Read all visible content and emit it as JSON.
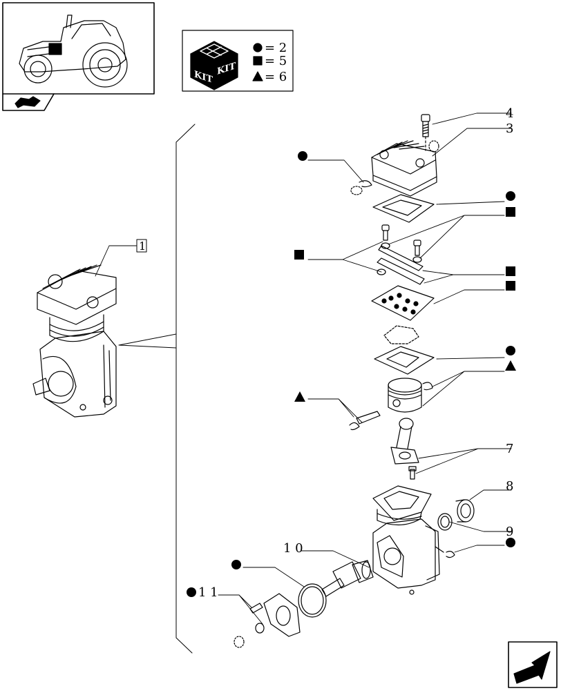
{
  "kit_box": {
    "label": "KIT",
    "legend": [
      {
        "symbol": "circle",
        "text": "= 2"
      },
      {
        "symbol": "square",
        "text": "= 5"
      },
      {
        "symbol": "triangle",
        "text": "= 6"
      }
    ]
  },
  "callouts": {
    "p1": "1",
    "p3": "3",
    "p4": "4",
    "p7": "7",
    "p8": "8",
    "p9": "9",
    "p10": "1 0",
    "p11": "1 1"
  },
  "icons": {
    "thumbnail": "tractor-thumbnail-icon",
    "section": "section-tab-icon",
    "next": "next-page-arrow-icon"
  }
}
